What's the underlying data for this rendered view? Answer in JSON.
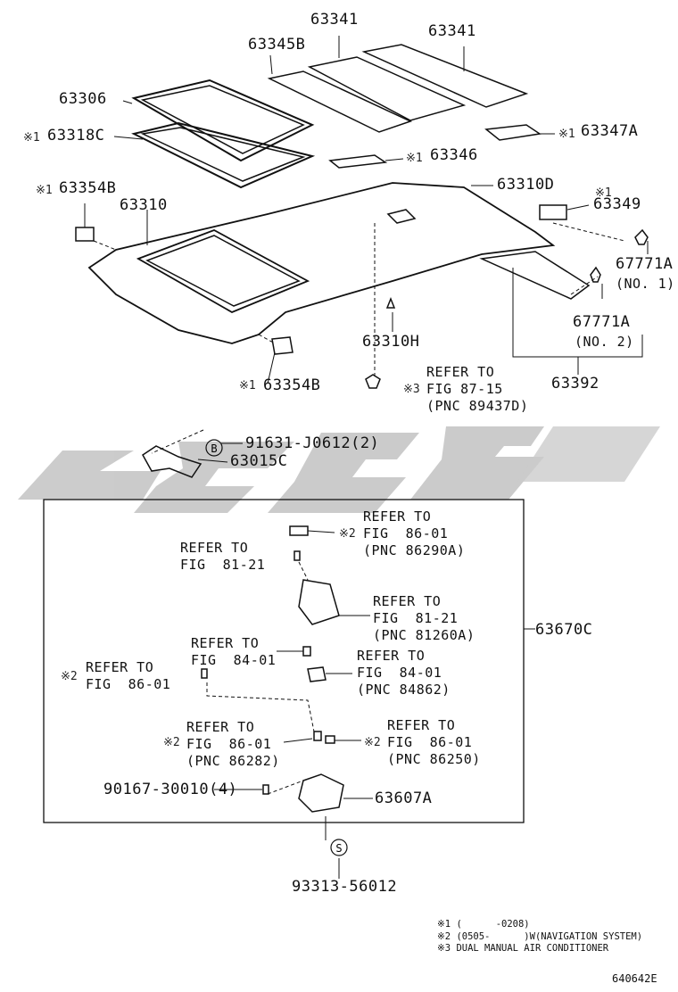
{
  "watermark": {
    "color": "#c6c6c6"
  },
  "parts": {
    "p63341_a": "63341",
    "p63341_b": "63341",
    "p63345b": "63345B",
    "p63306": "63306",
    "p63318c": "63318C",
    "p63347a": "63347A",
    "p63346": "63346",
    "p63354b_top": "63354B",
    "p63310": "63310",
    "p63310d": "63310D",
    "p63349": "63349",
    "p67771a_1": "67771A",
    "p67771a_1_sub": "(NO. 1)",
    "p67771a_2": "67771A",
    "p67771a_2_sub": "(NO. 2)",
    "p63310h": "63310H",
    "p63354b_bot": "63354B",
    "p63392": "63392",
    "p91631": "91631-J0612(2)",
    "p63015c": "63015C",
    "p63670c": "63670C",
    "p90167": "90167-30010(4)",
    "p63607a": "63607A",
    "p93313": "93313-56012"
  },
  "marks": {
    "m1": "※1",
    "m2": "※2",
    "m3": "※3"
  },
  "refs": {
    "r_fig87": "REFER TO\nFIG 87-15\n(PNC 89437D)",
    "r_86290a": "REFER TO\nFIG  86-01\n(PNC 86290A)",
    "r_81_21a": "REFER TO\nFIG  81-21",
    "r_81260a": "REFER TO\nFIG  81-21\n(PNC 81260A)",
    "r_84_01a": "REFER TO\nFIG  84-01",
    "r_84862": "REFER TO\nFIG  84-01\n(PNC 84862)",
    "r_86_01a": "REFER TO\nFIG  86-01",
    "r_86282": "REFER TO\nFIG  86-01\n(PNC 86282)",
    "r_86250": "REFER TO\nFIG  86-01\n(PNC 86250)"
  },
  "callouts": {
    "b": "B",
    "s": "S"
  },
  "notes": {
    "n1": "※1 (      -0208)",
    "n2": "※2 (0505-      )W(NAVIGATION SYSTEM)",
    "n3": "※3 DUAL MANUAL AIR CONDITIONER"
  },
  "figure_number": "640642E"
}
